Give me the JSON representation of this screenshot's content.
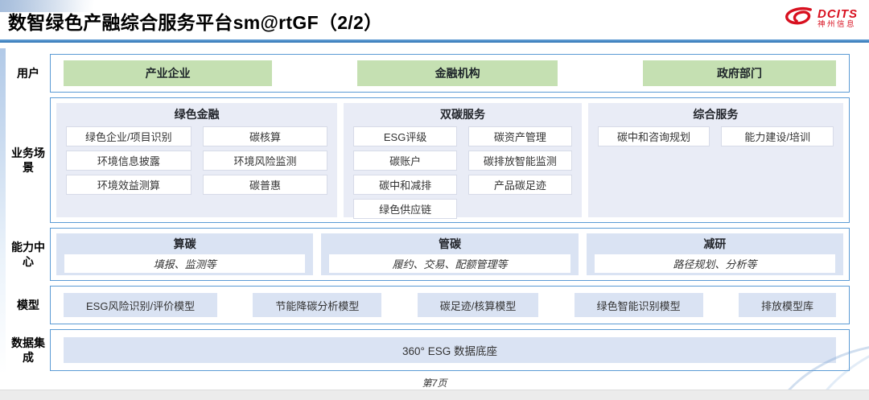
{
  "slide": {
    "title": "数智绿色产融综合服务平台sm@rtGF（2/2）",
    "logo": {
      "name": "DCITS",
      "subtitle": "神州信息"
    },
    "page_number": "第7页"
  },
  "layers": {
    "users": {
      "label": "用户",
      "items": [
        "产业企业",
        "金融机构",
        "政府部门"
      ]
    },
    "scenarios": {
      "label": "业务场景",
      "columns": [
        {
          "title": "绿色金融",
          "items": [
            "绿色企业/项目识别",
            "碳核算",
            "环境信息披露",
            "环境风险监测",
            "环境效益测算",
            "碳普惠"
          ]
        },
        {
          "title": "双碳服务",
          "items": [
            "ESG评级",
            "碳资产管理",
            "碳账户",
            "碳排放智能监测",
            "碳中和减排",
            "产品碳足迹",
            "绿色供应链"
          ]
        },
        {
          "title": "综合服务",
          "items": [
            "碳中和咨询规划",
            "能力建设/培训"
          ]
        }
      ]
    },
    "capabilities": {
      "label": "能力中心",
      "items": [
        {
          "title": "算碳",
          "desc": "填报、监测等"
        },
        {
          "title": "管碳",
          "desc": "履约、交易、配额管理等"
        },
        {
          "title": "减研",
          "desc": "路径规划、分析等"
        }
      ]
    },
    "models": {
      "label": "模型",
      "items": [
        "ESG风险识别/评价模型",
        "节能降碳分析模型",
        "碳足迹/核算模型",
        "绿色智能识别模型",
        "排放模型库"
      ]
    },
    "data_integration": {
      "label": "数据集成",
      "items": [
        "360° ESG 数据底座"
      ]
    }
  },
  "colors": {
    "accent_blue": "#2e74b5",
    "box_border_blue": "#5b9bd5",
    "green_fill": "#c5e0b2",
    "lavender_fill": "#dae3f3",
    "column_fill": "#e9ecf6",
    "logo_red": "#d8101f"
  }
}
